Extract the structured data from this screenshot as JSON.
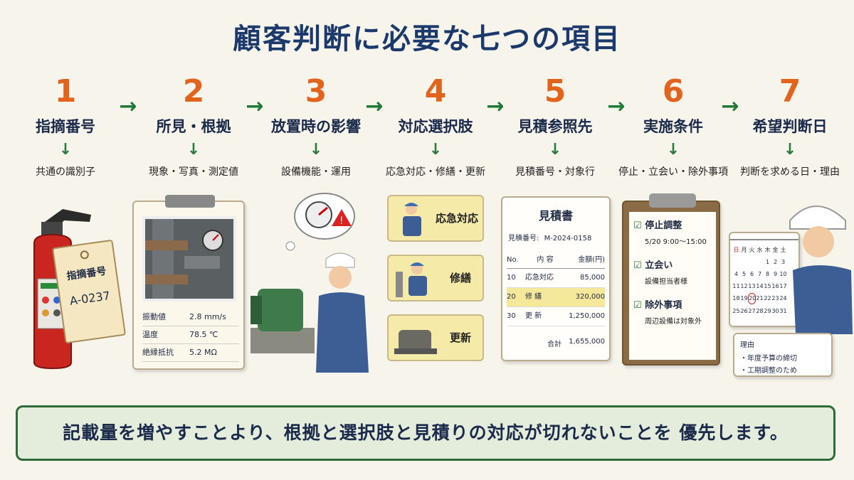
{
  "title": "顧客判断に必要な七つの項目",
  "steps": [
    {
      "num": "1",
      "label": "指摘番号",
      "sub": "共通の識別子"
    },
    {
      "num": "2",
      "label": "所見・根拠",
      "sub": "現象・写真・測定値"
    },
    {
      "num": "3",
      "label": "放置時の影響",
      "sub": "設備機能・運用"
    },
    {
      "num": "4",
      "label": "対応選択肢",
      "sub": "応急対応・修繕・更新"
    },
    {
      "num": "5",
      "label": "見積参照先",
      "sub": "見積番号・対象行"
    },
    {
      "num": "6",
      "label": "実施条件",
      "sub": "停止・立会い・除外事項"
    },
    {
      "num": "7",
      "label": "希望判断日",
      "sub": "判断を求める日・理由"
    }
  ],
  "tag": {
    "title": "指摘番号",
    "code": "A-0237"
  },
  "findings": {
    "rows": [
      {
        "label": "振動値",
        "value": "2.8 mm/s"
      },
      {
        "label": "温度",
        "value": "78.5 ℃"
      },
      {
        "label": "絶縁抵抗",
        "value": "5.2 MΩ"
      }
    ]
  },
  "options": [
    {
      "label": "応急対応"
    },
    {
      "label": "修繕"
    },
    {
      "label": "更新"
    }
  ],
  "estimate": {
    "title": "見積書",
    "number_label": "見積番号:",
    "number": "M-2024-0158",
    "headers": [
      "No.",
      "内 容",
      "金額(円)"
    ],
    "rows": [
      {
        "no": "10",
        "item": "応急対応",
        "amount": "85,000"
      },
      {
        "no": "20",
        "item": "修 繕",
        "amount": "320,000"
      },
      {
        "no": "30",
        "item": "更 新",
        "amount": "1,250,000"
      }
    ],
    "total_label": "合計",
    "total": "1,655,000"
  },
  "conditions": [
    {
      "title": "停止調整",
      "detail": "5/20 9:00〜15:00"
    },
    {
      "title": "立会い",
      "detail": "設備担当者様"
    },
    {
      "title": "除外事項",
      "detail": "周辺設備は対象外"
    }
  ],
  "calendar": {
    "weekdays": [
      "日",
      "月",
      "火",
      "水",
      "木",
      "金",
      "土"
    ],
    "days": [
      "",
      "",
      "",
      "",
      "1",
      "2",
      "3",
      "4",
      "5",
      "6",
      "7",
      "8",
      "9",
      "10",
      "11",
      "12",
      "13",
      "14",
      "15",
      "16",
      "17",
      "18",
      "19",
      "20",
      "21",
      "22",
      "23",
      "24",
      "25",
      "26",
      "27",
      "28",
      "29",
      "30",
      "31"
    ],
    "circled": "20"
  },
  "reason": {
    "title": "理由",
    "items": [
      "・年度予算の締切",
      "・工期調整のため"
    ]
  },
  "footer": "記載量を増やすことより、根拠と選択肢と見積りの対応が切れないことを 優先します。",
  "colors": {
    "number": "#e2641c",
    "arrow": "#1e7a36",
    "title": "#1b3a6b",
    "footer_border": "#2f6b3a"
  }
}
